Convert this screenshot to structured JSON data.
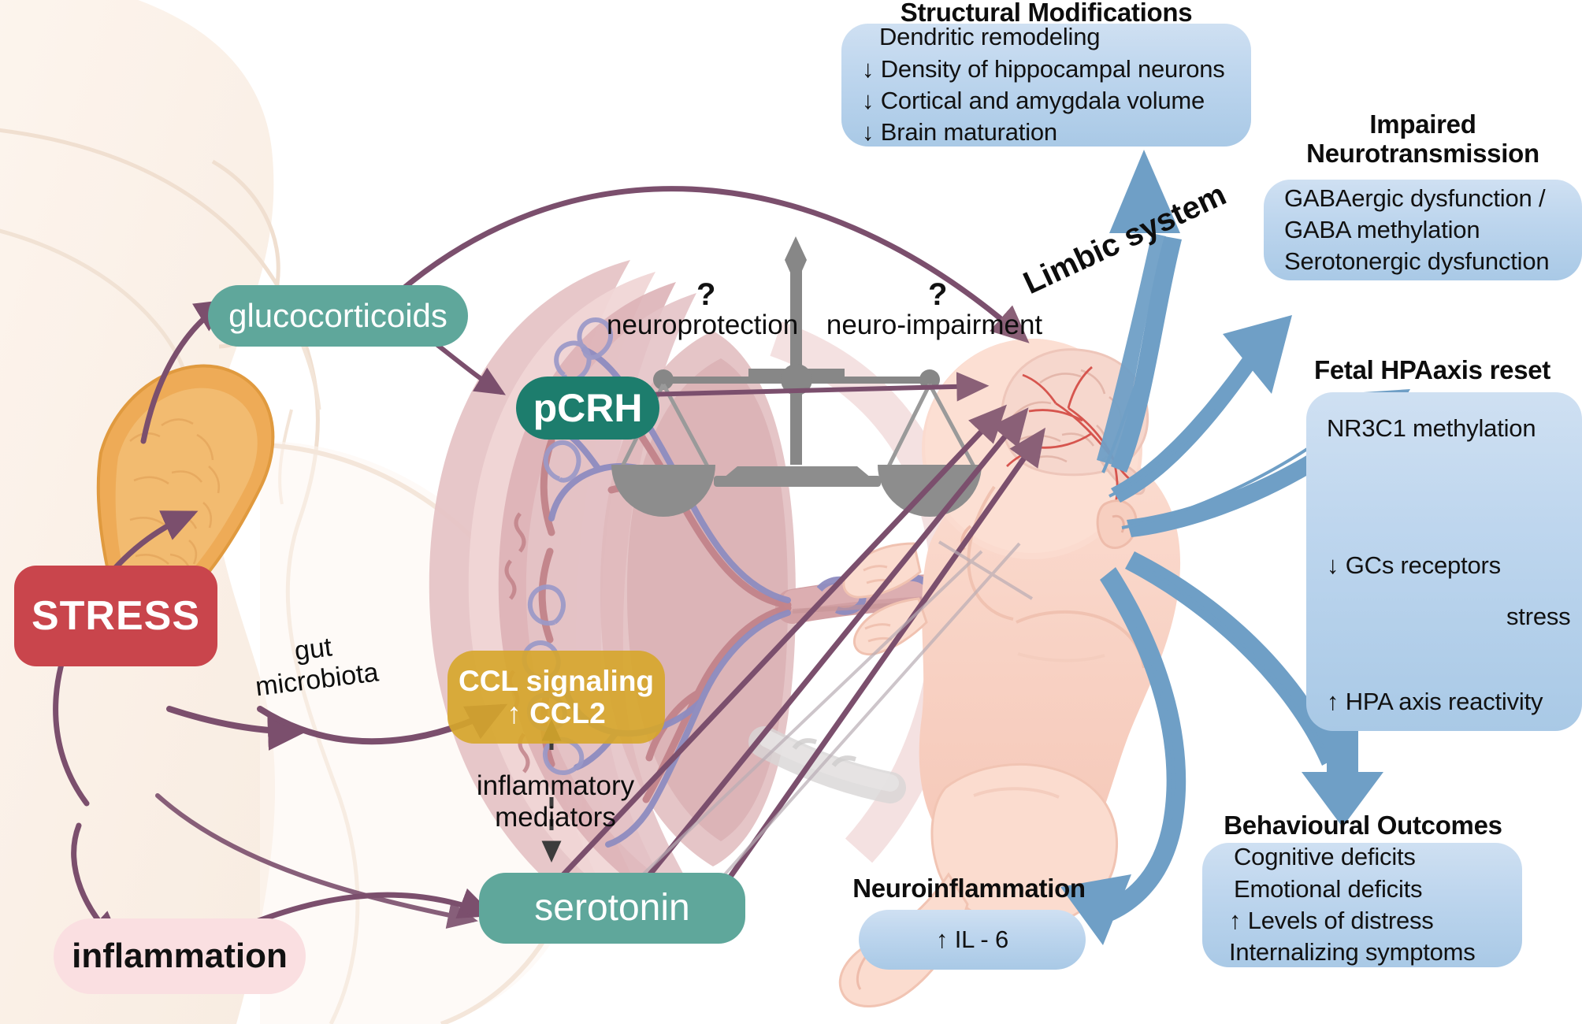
{
  "figure": {
    "type": "biomedical-pathway-diagram",
    "palette": {
      "stress_red": "#c9454c",
      "glucocorticoid_teal": "#5fa79b",
      "pcrh_teal": "#1d7d6d",
      "ccl_gold": "#d6a62a",
      "inflammation_pink": "#fadfe1",
      "outcome_blue": "#bed6ee",
      "blue_arrow": "#6f9fc6",
      "purple_arrow": "#7b4f6d",
      "balance_gray": "#878787",
      "stress_squiggle_red": "#e8281e",
      "body_cream": "#fdf4ec"
    }
  },
  "maternal": {
    "stress_label": "STRESS",
    "glucocorticoids_label": "glucocorticoids",
    "inflammation_label": "inflammation",
    "gut_microbiota_label": "gut\nmicrobiota",
    "adrenal_gland_name": "adrenal-gland"
  },
  "placenta": {
    "pcrh_label": "pCRH",
    "ccl_line1": "CCL signaling",
    "ccl_line2": "↑ CCL2",
    "inflammatory_mediators_label": "inflammatory\nmediators",
    "serotonin_label": "serotonin"
  },
  "balance": {
    "left_question": "?",
    "right_question": "?",
    "left_label": "neuroprotection",
    "right_label": "neuro-impairment"
  },
  "fetus": {
    "limbic_system_label": "Limbic system"
  },
  "outcome_boxes": [
    {
      "id": "structural-modifications",
      "title": "Structural Modifications",
      "lines": [
        "Dendritic remodeling",
        "↓ Density of hippocampal neurons",
        "↓ Cortical and amygdala volume",
        "↓ Brain maturation"
      ]
    },
    {
      "id": "impaired-neurotransmission",
      "title": "Impaired\nNeurotransmission",
      "lines": [
        "GABAergic dysfunction /",
        "GABA methylation",
        "Serotonergic dysfunction"
      ]
    },
    {
      "id": "fetal-hpa-axis-reset",
      "title": "Fetal HPAaxis reset",
      "lines": [
        "NR3C1 methylation",
        "↓ GCs receptors",
        "stress",
        "↑ HPA axis reactivity"
      ]
    },
    {
      "id": "neuroinflammation",
      "title": "Neuroinflammation",
      "lines": [
        "↑ IL - 6"
      ]
    },
    {
      "id": "behavioural-outcomes",
      "title": "Behavioural Outcomes",
      "lines": [
        "Cognitive deficits",
        "Emotional deficits",
        "↑ Levels of distress",
        "Internalizing symptoms"
      ]
    }
  ]
}
